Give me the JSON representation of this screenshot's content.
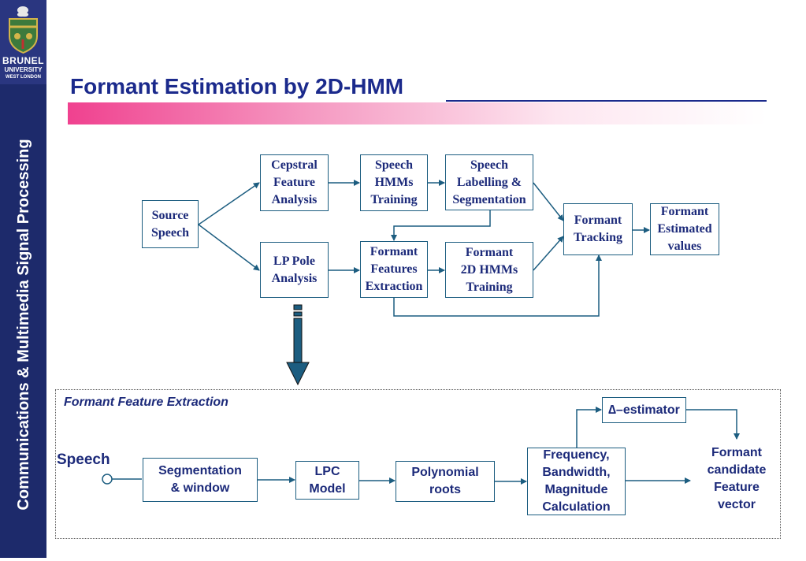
{
  "sidebar": {
    "logo": {
      "name": "BRUNEL",
      "line2": "UNIVERSITY",
      "line3": "WEST LONDON"
    },
    "vertical_text": "Communications & Multimedia Signal Processing"
  },
  "slide": {
    "title": "Formant Estimation by 2D-HMM"
  },
  "top_diagram": {
    "source_speech": "Source\nSpeech",
    "cepstral": "Cepstral\nFeature\nAnalysis",
    "lp_pole": "LP Pole\nAnalysis",
    "speech_hmms": "Speech\nHMMs\nTraining",
    "formant_features": "Formant\nFeatures\nExtraction",
    "speech_labelling": "Speech\nLabelling &\nSegmentation",
    "formant_2d": "Formant\n2D HMMs\nTraining",
    "formant_tracking": "Formant\nTracking",
    "formant_estimated": "Formant\nEstimated\nvalues"
  },
  "bottom_diagram": {
    "section_title": "Formant Feature Extraction",
    "speech_label": "Speech",
    "segmentation": "Segmentation\n& window",
    "lpc": "LPC\nModel",
    "polynomial": "Polynomial\nroots",
    "frequency": "Frequency,\nBandwidth,\nMagnitude\nCalculation",
    "delta": "∆–estimator",
    "output": "Formant\ncandidate\nFeature\nvector"
  },
  "colors": {
    "sidebar": "#1d2a6b",
    "title": "#1b2a8c",
    "accent_pink": "#f0418f",
    "connector": "#1c5d80",
    "text": "#1c2a7a"
  }
}
